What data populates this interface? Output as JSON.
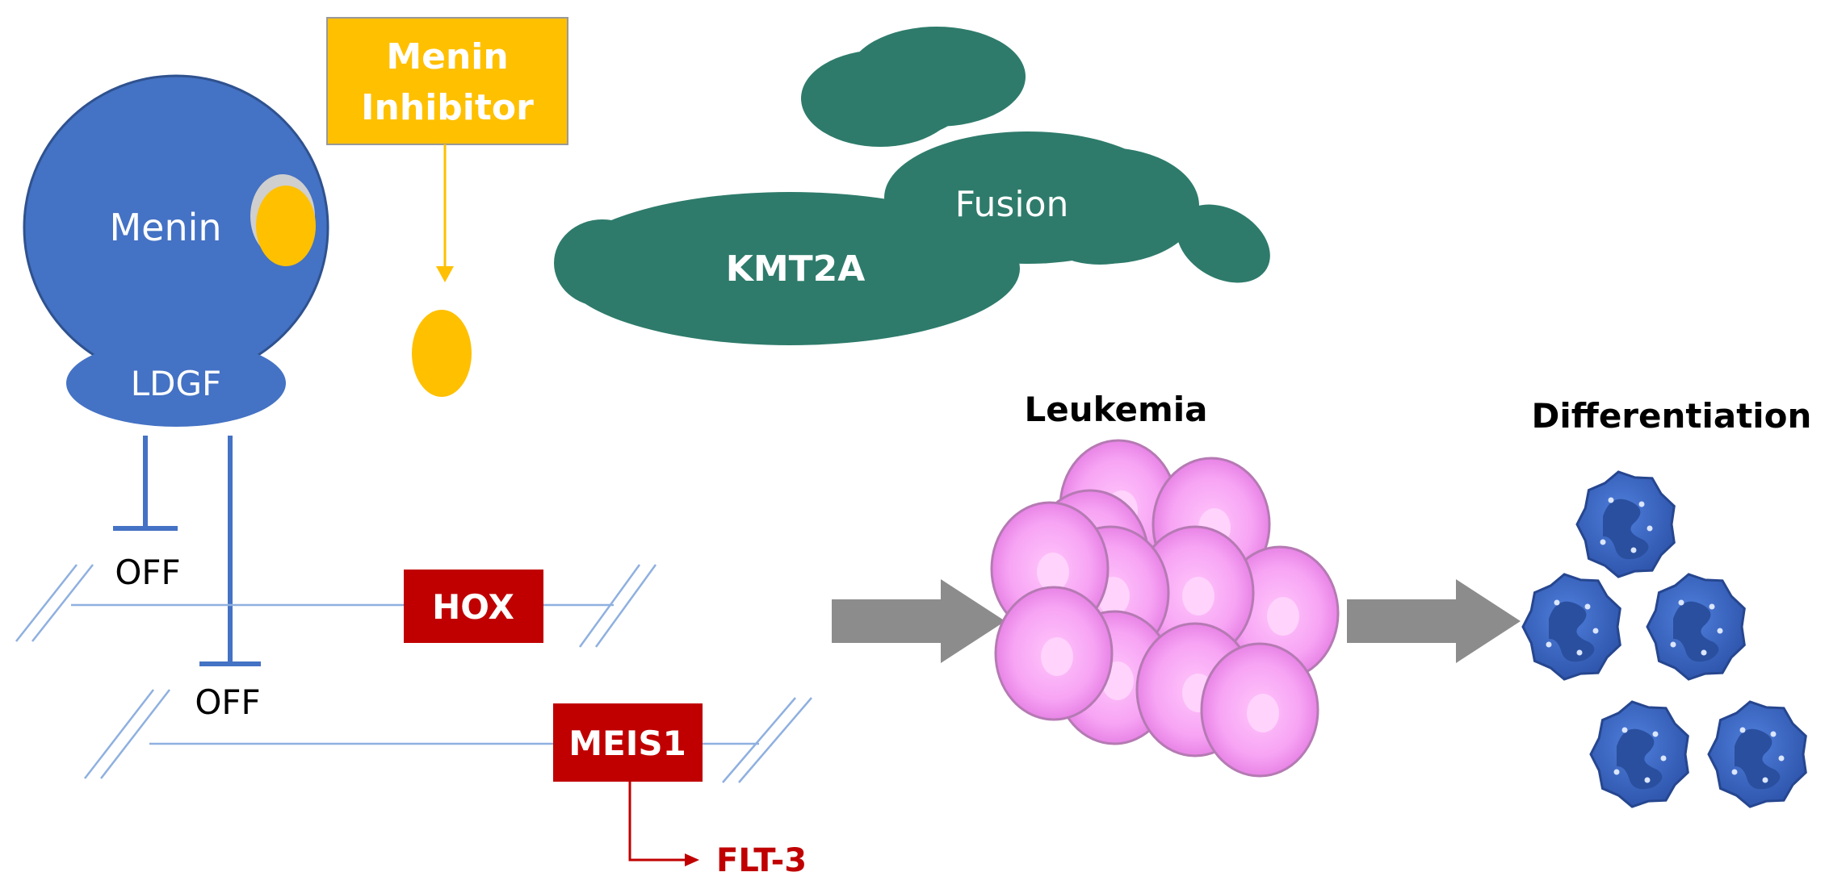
{
  "labels": {
    "menin": "Menin",
    "ldgf": "LDGF",
    "menin_inhibitor_line1": "Menin",
    "menin_inhibitor_line2": "Inhibitor",
    "fusion": "Fusion",
    "kmt2a": "KMT2A",
    "off_1": "OFF",
    "off_2": "OFF",
    "hox": "HOX",
    "meis1": "MEIS1",
    "flt3": "FLT-3",
    "leukemia": "Leukemia",
    "differentiation": "Differentiation"
  },
  "colors": {
    "menin_blue": "#4472c4",
    "inhibitor_yellow": "#ffc000",
    "kmt2a_green": "#2e7b6b",
    "gene_red": "#c00000",
    "arrow_gray": "#8c8c8c",
    "dna_line": "#8fb0e0",
    "leukemia_pink": "#f6a3f4",
    "neutrophil_blue": "#3d6ccc"
  }
}
